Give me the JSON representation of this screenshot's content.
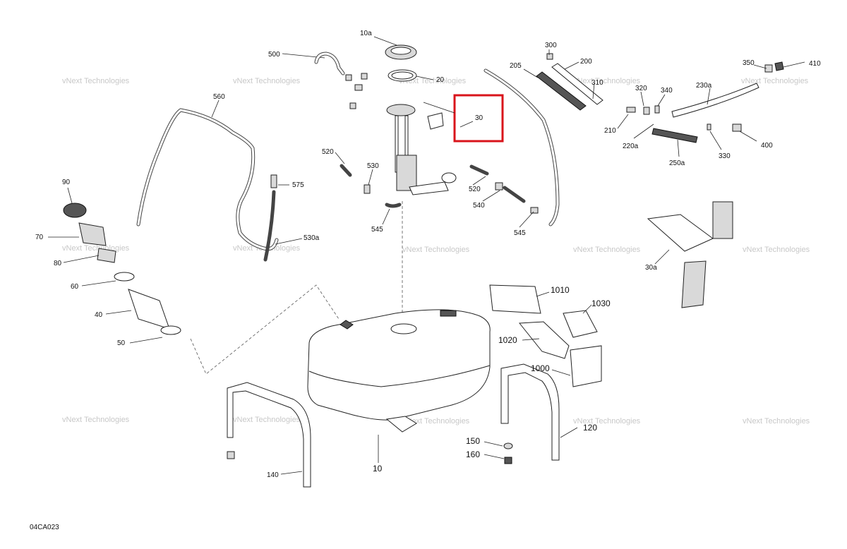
{
  "diagram_code": "04CA023",
  "watermark_text_line1": "vNext",
  "watermark_text_line2": "Technologies",
  "watermark_small": "vNext Technologies",
  "highlight_color": "#d9141b",
  "labels": {
    "p10a": "10a",
    "p500": "500",
    "p20": "20",
    "p30": "30",
    "p205": "205",
    "p300": "300",
    "p200": "200",
    "p310": "310",
    "p320": "320",
    "p340": "340",
    "p230a": "230a",
    "p350": "350",
    "p410": "410",
    "p210": "210",
    "p220a": "220a",
    "p250a": "250a",
    "p330": "330",
    "p400": "400",
    "p560": "560",
    "p520a": "520",
    "p530": "530",
    "p520b": "520",
    "p540": "540",
    "p545a": "545",
    "p545b": "545",
    "p575": "575",
    "p530a": "530a",
    "p90": "90",
    "p70": "70",
    "p80": "80",
    "p60": "60",
    "p40": "40",
    "p50": "50",
    "p30a": "30a",
    "p1010": "1010",
    "p1030": "1030",
    "p1020": "1020",
    "p1000": "1000",
    "p120": "120",
    "p150": "150",
    "p160": "160",
    "p140": "140",
    "p10": "10"
  }
}
